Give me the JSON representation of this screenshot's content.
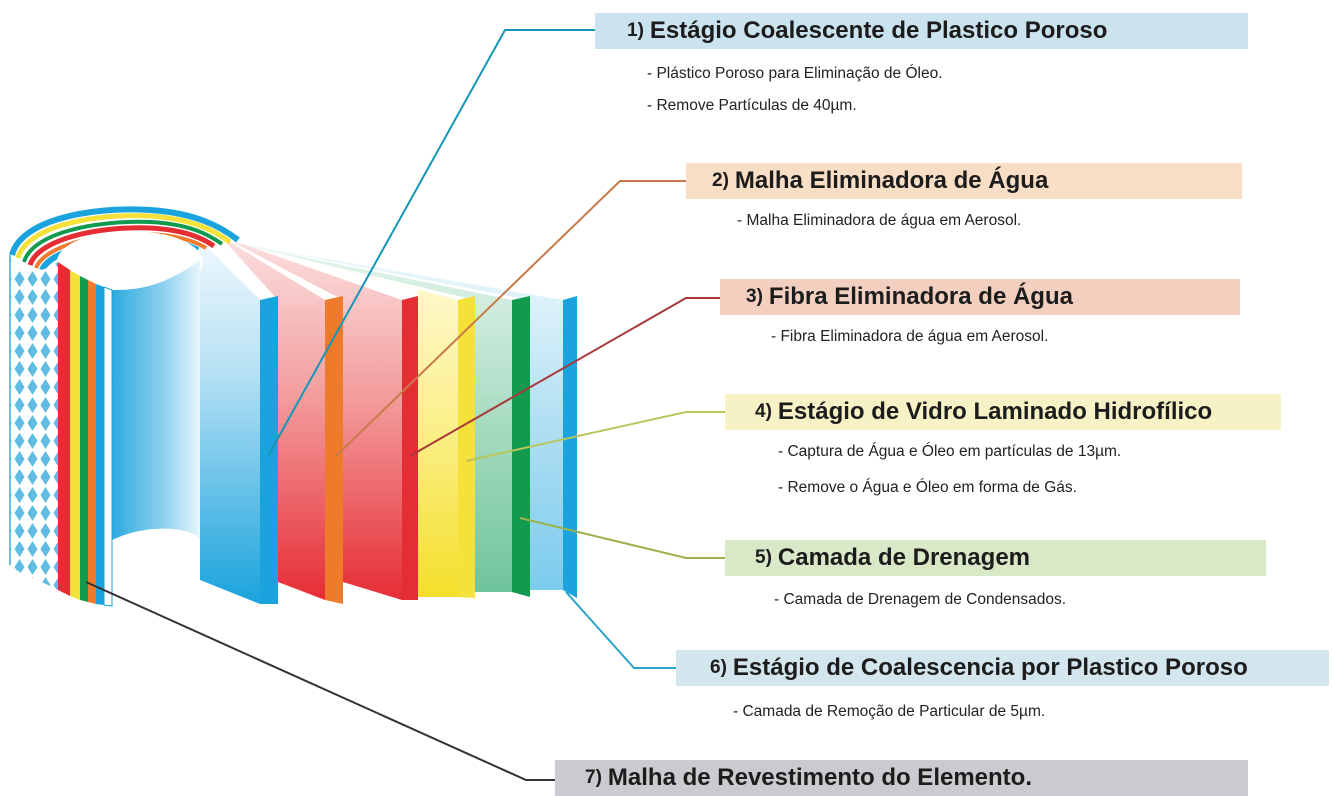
{
  "stages": [
    {
      "num": "1)",
      "title": "Estágio Coalescente de Plastico Poroso",
      "bg": "#cbe3ee",
      "lines": [
        "- Plástico Poroso para Eliminação de Óleo.",
        "- Remove Partículas de 40µm."
      ]
    },
    {
      "num": "2)",
      "title": "Malha Eliminadora de Água",
      "bg": "#f8dec4",
      "lines": [
        "- Malha Eliminadora de água em Aerosol."
      ]
    },
    {
      "num": "3)",
      "title": "Fibra Eliminadora de Água",
      "bg": "#f3cfc0",
      "lines": [
        "- Fibra Eliminadora de água em Aerosol."
      ]
    },
    {
      "num": "4)",
      "title": "Estágio de Vidro Laminado Hidrofílico",
      "bg": "#f7f2c6",
      "lines": [
        "- Captura de Água e Óleo em partículas de 13µm.",
        "- Remove o Água e Óleo em forma de Gás."
      ]
    },
    {
      "num": "5)",
      "title": "Camada de Drenagem",
      "bg": "#d9e9c7",
      "lines": [
        "- Camada de Drenagem de Condensados."
      ]
    },
    {
      "num": "6)",
      "title": "Estágio de Coalescencia por Plastico Poroso",
      "bg": "#d3e6ee",
      "lines": [
        "- Camada de Remoção de Particular de 5µm."
      ]
    },
    {
      "num": "7)",
      "title": "Malha de Revestimento do Elemento.",
      "bg": "#c9cbcf",
      "lines": []
    }
  ],
  "colors": {
    "blue": "#1aa3dd",
    "orange": "#ee7a2c",
    "red": "#e52d34",
    "yellow": "#f4e23a",
    "green": "#129a4f",
    "leader_1": "#1496b7",
    "leader_2": "#c87a4a",
    "leader_3": "#a83a3a",
    "leader_4": "#b9c45a",
    "leader_5": "#9ab24d",
    "leader_6": "#2aa4c8",
    "leader_7": "#333333"
  }
}
